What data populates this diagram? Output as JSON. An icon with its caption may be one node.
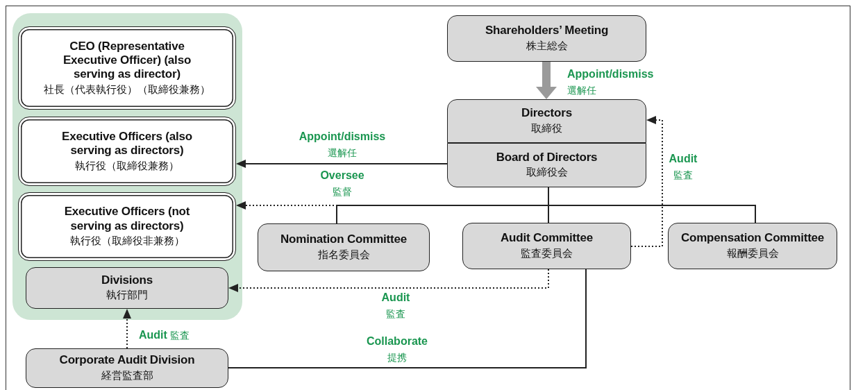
{
  "diagram": {
    "nodes": [
      {
        "text": [],
        "shape": "box"
      },
      {
        "text": [
          "CEO (Representative Executive Officer) (also serving as director)",
          "社長（代表執行役）（取締役兼務）"
        ],
        "in": 0
      },
      {
        "text": [
          "Executive Officers (also serving as directors)",
          "執行役（取締役兼務）"
        ],
        "in": 0
      },
      {
        "text": [
          "Executive Officers (not serving as directors)",
          "執行役（取締役非兼務）"
        ],
        "in": 0
      },
      {
        "text": [
          "Divisions",
          "執行部門"
        ],
        "in": 0
      },
      {
        "text": [
          "Shareholders’ Meeting",
          "株主総会"
        ]
      },
      {
        "text": [
          "Directors",
          "取締役"
        ]
      },
      {
        "text": [
          "Board of Directors",
          "取締役会"
        ]
      },
      {
        "text": [
          "Nomination Committee",
          "指名委員会"
        ]
      },
      {
        "text": [
          "Audit Committee",
          "監査委員会"
        ]
      },
      {
        "text": [
          "Compensation Committee",
          "報酬委員会"
        ]
      },
      {
        "text": [
          "Corporate Audit Division",
          "経営監査部"
        ]
      }
    ],
    "edges": [
      {
        "from": 5,
        "to": 6,
        "arrow": "to",
        "label": "**Appoint/dismiss** 選解任",
        "style": "thick",
        "color": "#9a9a9a"
      },
      {
        "from": 7,
        "to": 2,
        "arrow": "to",
        "label": "**Appoint/dismiss** 選解任"
      },
      {
        "from": 7,
        "to": 3,
        "arrow": "to",
        "label": "**Oversee** 監督",
        "style": "dashed"
      },
      {
        "from": 7,
        "to": 8,
        "arrow": "none"
      },
      {
        "from": 7,
        "to": 9,
        "arrow": "none"
      },
      {
        "from": 7,
        "to": 10,
        "arrow": "none"
      },
      {
        "from": 9,
        "to": 6,
        "arrow": "to",
        "label": "**Audit** 監査",
        "style": "dashed"
      },
      {
        "from": 9,
        "to": 4,
        "arrow": "to",
        "label": "**Audit** 監査",
        "style": "dashed"
      },
      {
        "from": 11,
        "to": 4,
        "arrow": "to",
        "label": "**Audit** 監査",
        "style": "dashed"
      },
      {
        "from": 11,
        "to": 9,
        "arrow": "none",
        "label": "**Collaborate** 提携"
      }
    ]
  }
}
